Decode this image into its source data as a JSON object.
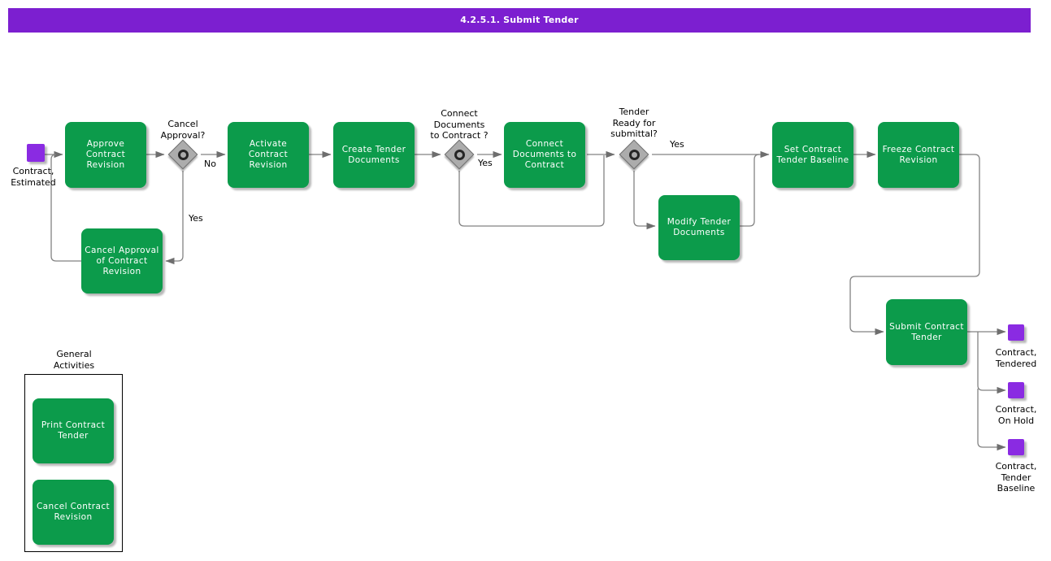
{
  "title": "4.2.5.1. Submit Tender",
  "colors": {
    "banner": "#7c1fd0",
    "task_green": "#0c9b4b",
    "event_purple": "#8a2be2",
    "gateway_gray": "#acacac",
    "line_gray": "#808080"
  },
  "nodes": {
    "approve": {
      "label": "Approve\nContract\nRevision"
    },
    "activate": {
      "label": "Activate\nContract\nRevision"
    },
    "create": {
      "label": "Create Tender\nDocuments"
    },
    "connect": {
      "label": "Connect\nDocuments to\nContract"
    },
    "set_baseline": {
      "label": "Set Contract\nTender Baseline"
    },
    "freeze": {
      "label": "Freeze Contract\nRevision"
    },
    "cancel_approval": {
      "label": "Cancel Approval\nof Contract\nRevision"
    },
    "modify": {
      "label": "Modify Tender\nDocuments"
    },
    "submit": {
      "label": "Submit Contract\nTender"
    },
    "print": {
      "label": "Print Contract\nTender"
    },
    "cancel_contract": {
      "label": "Cancel Contract\nRevision"
    }
  },
  "gateways": {
    "cancel_approval_q": {
      "label": "Cancel\nApproval?"
    },
    "connect_documents_q": {
      "label": "Connect\nDocuments\nto Contract ?"
    },
    "tender_ready_q": {
      "label": "Tender\nReady for\nsubmittal?"
    }
  },
  "events": {
    "start": {
      "label": "Contract,\nEstimated"
    },
    "end_tendered": {
      "label": "Contract,\nTendered"
    },
    "end_on_hold": {
      "label": "Contract,\nOn Hold"
    },
    "end_tender_baseline": {
      "label": "Contract,\nTender\nBaseline"
    }
  },
  "edge_labels": {
    "no1": "No",
    "yes1": "Yes",
    "yes2": "Yes",
    "yes3": "Yes"
  },
  "section": {
    "label": "General\nActivities"
  }
}
